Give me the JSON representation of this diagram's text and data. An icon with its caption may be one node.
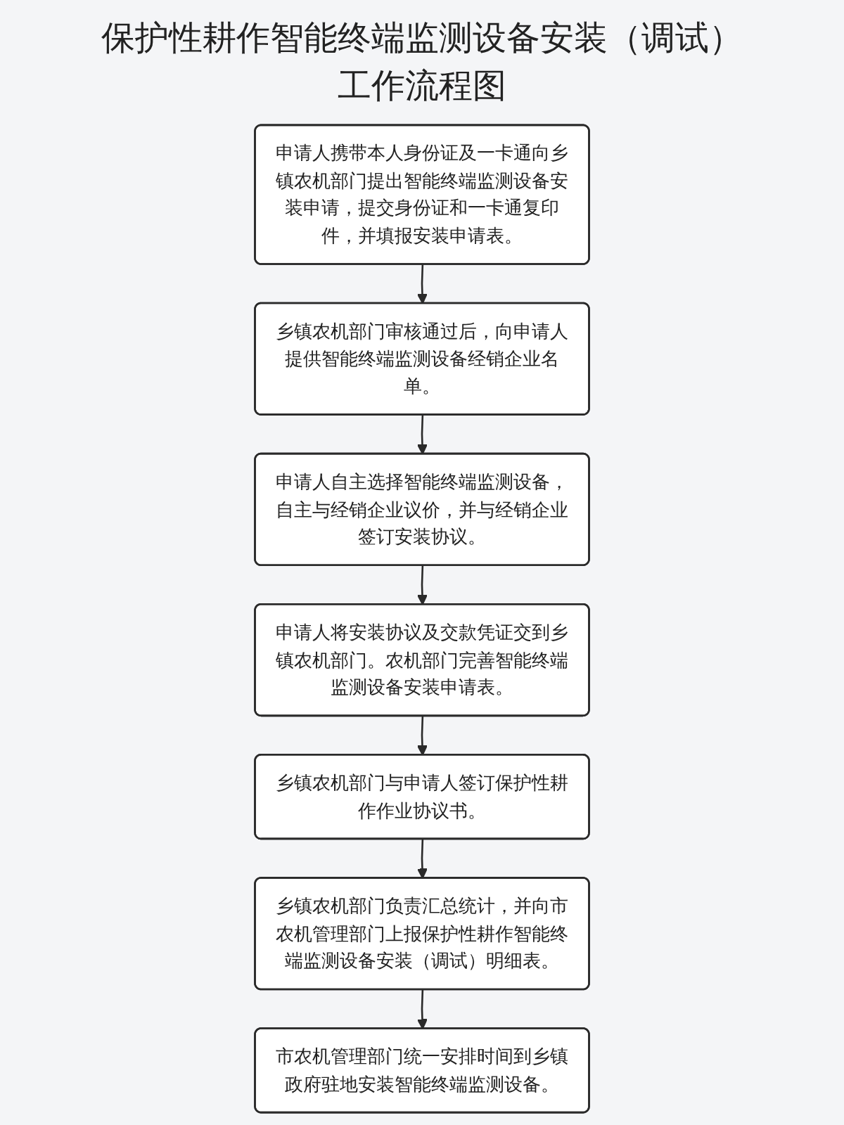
{
  "diagram": {
    "title": "保护性耕作智能终端监测设备安装（调试）工作流程图",
    "nodes": [
      {
        "text": [
          "申请人携带本人身份证及一卡通向乡镇农机部门提出智能终端监测设备安装申请，提交身份证和一卡通复印件，并填报安装申请表。"
        ]
      },
      {
        "text": [
          "乡镇农机部门审核通过后，向申请人提供智能终端监测设备经销企业名单。"
        ]
      },
      {
        "text": [
          "申请人自主选择智能终端监测设备，自主与经销企业议价，并与经销企业签订安装协议。"
        ]
      },
      {
        "text": [
          "申请人将安装协议及交款凭证交到乡镇农机部门。农机部门完善智能终端监测设备安装申请表。"
        ]
      },
      {
        "text": [
          "乡镇农机部门与申请人签订保护性耕作作业协议书。"
        ]
      },
      {
        "text": [
          "乡镇农机部门负责汇总统计，并向市农机管理部门上报保护性耕作智能终端监测设备安装（调试）明细表。"
        ]
      },
      {
        "text": [
          "市农机管理部门统一安排时间到乡镇政府驻地安装智能终端监测设备。"
        ]
      }
    ],
    "edges": [
      {
        "from": 0,
        "to": 1,
        "arrow": "to"
      },
      {
        "from": 1,
        "to": 2,
        "arrow": "to"
      },
      {
        "from": 2,
        "to": 3,
        "arrow": "to"
      },
      {
        "from": 3,
        "to": 4,
        "arrow": "to"
      },
      {
        "from": 4,
        "to": 5,
        "arrow": "to"
      },
      {
        "from": 5,
        "to": 6,
        "arrow": "to"
      }
    ]
  }
}
